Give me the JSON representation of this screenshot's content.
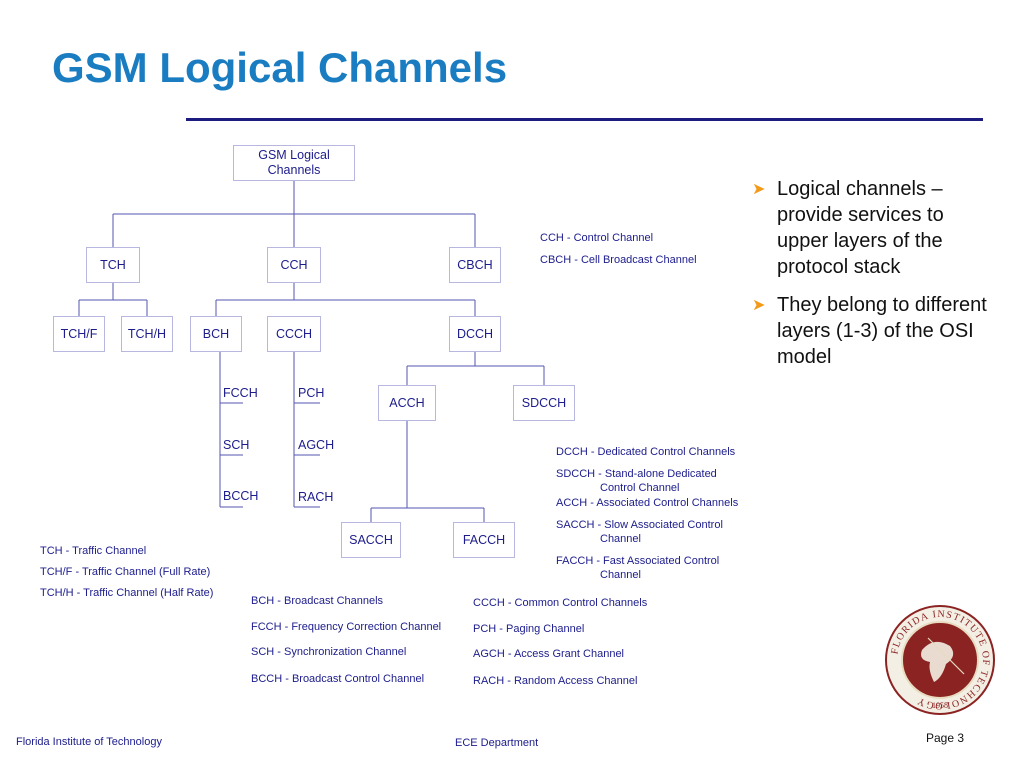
{
  "title": "GSM Logical Channels",
  "nodes": {
    "root": "GSM Logical\nChannels",
    "tch": "TCH",
    "cch": "CCH",
    "cbch": "CBCH",
    "tchf": "TCH/F",
    "tchh": "TCH/H",
    "bch": "BCH",
    "ccch": "CCCH",
    "dcch": "DCCH",
    "acch": "ACCH",
    "sdcch": "SDCCH",
    "sacch": "SACCH",
    "facch": "FACCH"
  },
  "leaves": {
    "fcch": "FCCH",
    "sch": "SCH",
    "bcch": "BCCH",
    "pch": "PCH",
    "agch": "AGCH",
    "rach": "RACH"
  },
  "legend": {
    "cch": "CCH - Control Channel",
    "cbch": "CBCH - Cell Broadcast Channel",
    "dcch": "DCCH - Dedicated Control  Channels",
    "sdcch_1": "SDCCH - Stand-alone Dedicated",
    "sdcch_2": "Control Channel",
    "acch": "ACCH - Associated Control Channels",
    "sacch_1": "SACCH - Slow Associated Control",
    "sacch_2": "Channel",
    "facch_1": "FACCH - Fast Associated Control",
    "facch_2": "Channel",
    "tch": "TCH - Traffic Channel",
    "tchf": "TCH/F - Traffic Channel (Full Rate)",
    "tchh": "TCH/H - Traffic Channel (Half Rate)",
    "bch": "BCH - Broadcast Channels",
    "fcch": "FCCH - Frequency Correction Channel",
    "sch": "SCH - Synchronization Channel",
    "bcch": "BCCH - Broadcast Control Channel",
    "ccch": "CCCH - Common Control  Channels",
    "pch": "PCH - Paging Channel",
    "agch": "AGCH - Access Grant Channel",
    "rach": "RACH - Random Access Channel"
  },
  "bullets": [
    "Logical channels – provide services to upper layers of the protocol stack",
    "They belong to different layers (1-3) of the OSI model"
  ],
  "footer": {
    "left": "Florida Institute of Technology",
    "center": "ECE Department",
    "page": "Page 3"
  },
  "seal": {
    "text": "FLORIDA INSTITUTE OF TECHNOLOGY",
    "year": "1958"
  },
  "colors": {
    "title": "#1a7cc1",
    "diagram_text": "#1c1c8c",
    "lines": "#5555b0",
    "bullet_arrow": "#f39a1b",
    "seal": "#8b2323"
  }
}
